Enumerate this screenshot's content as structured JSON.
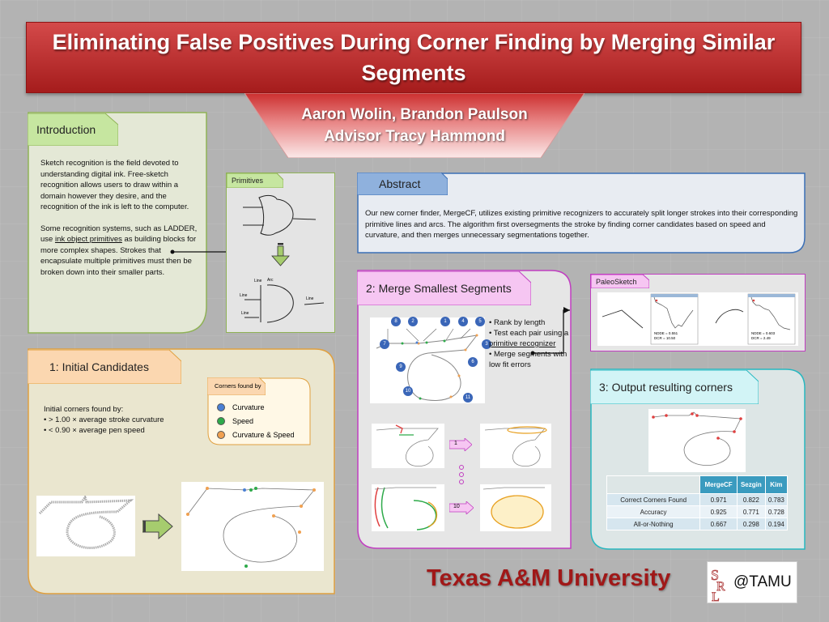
{
  "title": "Eliminating False Positives During Corner Finding by Merging Similar Segments",
  "authors": [
    "Aaron Wolin, Brandon Paulson",
    "Advisor Tracy Hammond"
  ],
  "introduction": {
    "heading": "Introduction",
    "para1": "Sketch recognition is the field devoted to understanding digital ink.  Free-sketch recognition allows users to draw within a domain however they desire, and the recognition of the ink is left to the computer.",
    "para2_a": "Some recognition systems, such as LADDER, use ",
    "para2_link": "ink object primitives",
    "para2_b": " as building blocks for more complex shapes.  Strokes that encapsulate multiple primitives must then be broken down into their smaller parts."
  },
  "primitives": {
    "heading": "Primitives",
    "labels": [
      "Line",
      "Arc",
      "Line",
      "Line",
      "Line"
    ]
  },
  "abstract": {
    "heading": "Abstract",
    "text": "Our new corner finder, MergeCF, utilizes existing primitive recognizers to accurately split longer strokes into their corresponding primitive lines and arcs.  The algorithm first oversegments the stroke by finding corner candidates based on speed and curvature, and then merges unnecessary segmentations together."
  },
  "initial": {
    "heading": "1: Initial Candidates",
    "intro": "Initial corners found by:",
    "bullets": [
      "> 1.00 × average stroke curvature",
      "< 0.90 × average pen speed"
    ],
    "legend_title": "Corners found by",
    "legend": [
      {
        "label": "Curvature",
        "color": "#4a7fd4"
      },
      {
        "label": "Speed",
        "color": "#2eaa4a"
      },
      {
        "label": "Curvature & Speed",
        "color": "#f0a050"
      }
    ]
  },
  "merge": {
    "heading": "2: Merge Smallest Segments",
    "bullet1": "Rank by length",
    "bullet2_a": "Test each pair using a ",
    "bullet2_link": "primitive recognizer",
    "bullet3": "Merge segments with low fit errors",
    "numbers": [
      "8",
      "2",
      "1",
      "4",
      "5",
      "7",
      "3",
      "6",
      "9",
      "10",
      "11"
    ],
    "step_labels": [
      "1",
      "10"
    ]
  },
  "paleosketch": {
    "heading": "PaleoSketch",
    "stats1": [
      "NDDE = 0.551",
      "DCR = 10.50"
    ],
    "stats2": [
      "NDDE = 0.603",
      "DCR = 2.49"
    ]
  },
  "output": {
    "heading": "3: Output resulting corners",
    "table": {
      "headers": [
        "",
        "MergeCF",
        "Sezgin",
        "Kim"
      ],
      "rows": [
        [
          "Correct Corners Found",
          "0.971",
          "0.822",
          "0.783"
        ],
        [
          "Accuracy",
          "0.925",
          "0.771",
          "0.728"
        ],
        [
          "All-or-Nothing",
          "0.667",
          "0.298",
          "0.194"
        ]
      ]
    }
  },
  "university": "Texas A&M University",
  "logo_text": "@TAMU",
  "colors": {
    "title_red": "#b82828",
    "intro_green": "#c6e6a0",
    "abstract_blue": "#8fb1dd",
    "merge_pink": "#f6c6f2",
    "initial_orange": "#fbd7b0",
    "output_cyan": "#d2f4f6",
    "university_red": "#a01818"
  }
}
